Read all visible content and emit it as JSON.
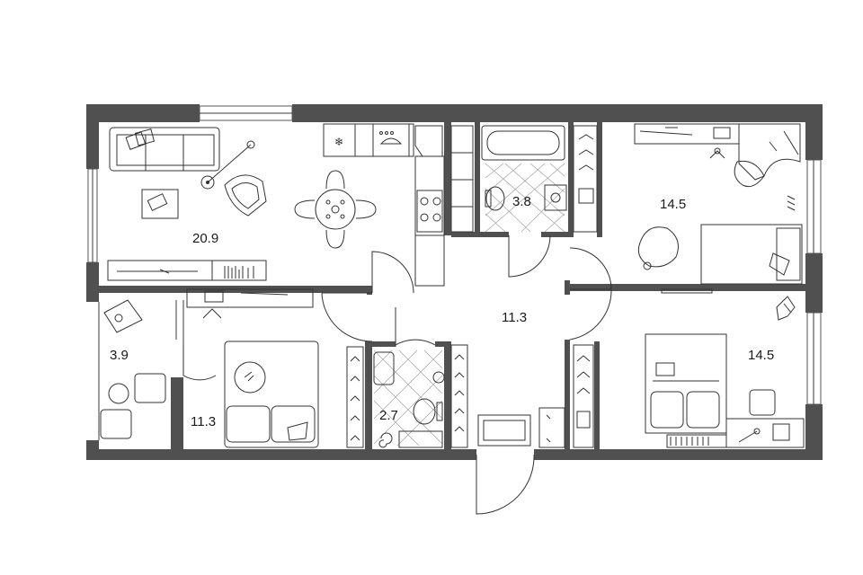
{
  "rooms": [
    {
      "id": "living-kitchen",
      "area": "20.9"
    },
    {
      "id": "bathroom",
      "area": "3.8"
    },
    {
      "id": "bedroom-1",
      "area": "14.5"
    },
    {
      "id": "hall",
      "area": "11.3"
    },
    {
      "id": "dressing",
      "area": "3.9"
    },
    {
      "id": "bedroom-3",
      "area": "11.3"
    },
    {
      "id": "wc",
      "area": "2.7"
    },
    {
      "id": "bedroom-2",
      "area": "14.5"
    }
  ],
  "colors": {
    "wall": "#505050",
    "line": "#333333",
    "background": "#ffffff"
  }
}
